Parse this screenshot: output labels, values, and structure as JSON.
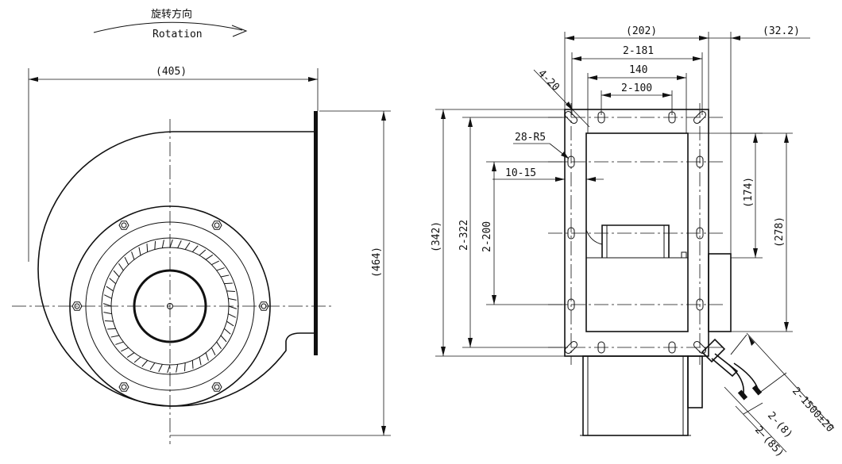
{
  "rotation": {
    "label_cn": "旋转方向",
    "label_en": "Rotation"
  },
  "front_view": {
    "width_dim": "(405)",
    "height_dim": "(464)"
  },
  "side_view": {
    "dims": {
      "overall_width": "(202)",
      "offset": "(32.2)",
      "slot_span": "2-181",
      "hole_span": "140",
      "inner_span": "2-100",
      "corner_slot": "4-20",
      "round_holes": "28-R5",
      "slot_len": "10-15",
      "overall_height": "(342)",
      "flange_height": "2-322",
      "inner_height": "2-200",
      "outlet_height": "(174)",
      "casing_height": "(278)",
      "cable_length": "2-1500±20",
      "wire_8": "2-(8)",
      "wire_85": "2-(85)"
    }
  }
}
